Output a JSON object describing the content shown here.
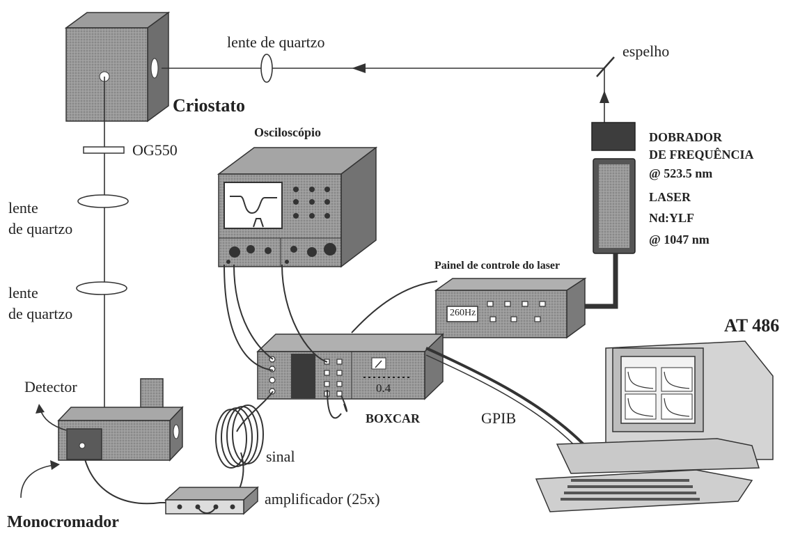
{
  "labels": {
    "lente_top": "lente de quartzo",
    "espelho": "espelho",
    "criostato": "Criostato",
    "osciloscopio": "Osciloscópio",
    "og550": "OG550",
    "lente_1_a": "lente",
    "lente_1_b": "de quartzo",
    "lente_2_a": "lente",
    "lente_2_b": "de quartzo",
    "dobrador_1": "DOBRADOR",
    "dobrador_2": "DE FREQUÊNCIA",
    "dobrador_3": "@ 523.5 nm",
    "laser_1": "LASER",
    "laser_2": "Nd:YLF",
    "laser_3": "@ 1047 nm",
    "painel": "Painel de controle do laser",
    "display_260": "260Hz",
    "at486": "AT 486",
    "detector": "Detector",
    "boxcar": "BOXCAR",
    "boxcar_meter": "0.4",
    "gpib": "GPIB",
    "sinal": "sinal",
    "amplificador": "amplificador (25x)",
    "monocromador": "Monocromador"
  },
  "colors": {
    "line": "#333333",
    "box_dark": "#555555",
    "box_mid": "#8a8a8a",
    "box_light": "#bdbdbd"
  }
}
